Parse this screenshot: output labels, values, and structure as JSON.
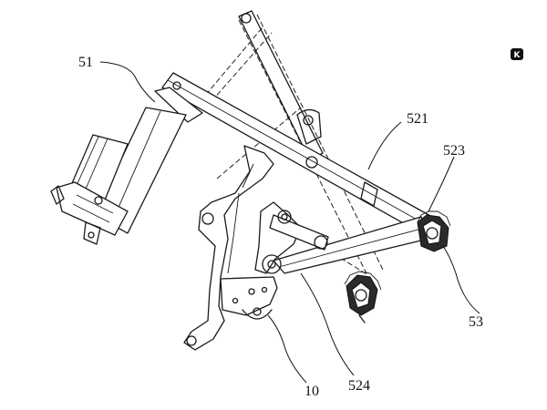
{
  "labels": {
    "actuator": "51",
    "link_upper": "521",
    "link_lower": "523",
    "bracket_right": "53",
    "link_middle": "524",
    "base_frame": "10"
  },
  "corner_badge": "K"
}
